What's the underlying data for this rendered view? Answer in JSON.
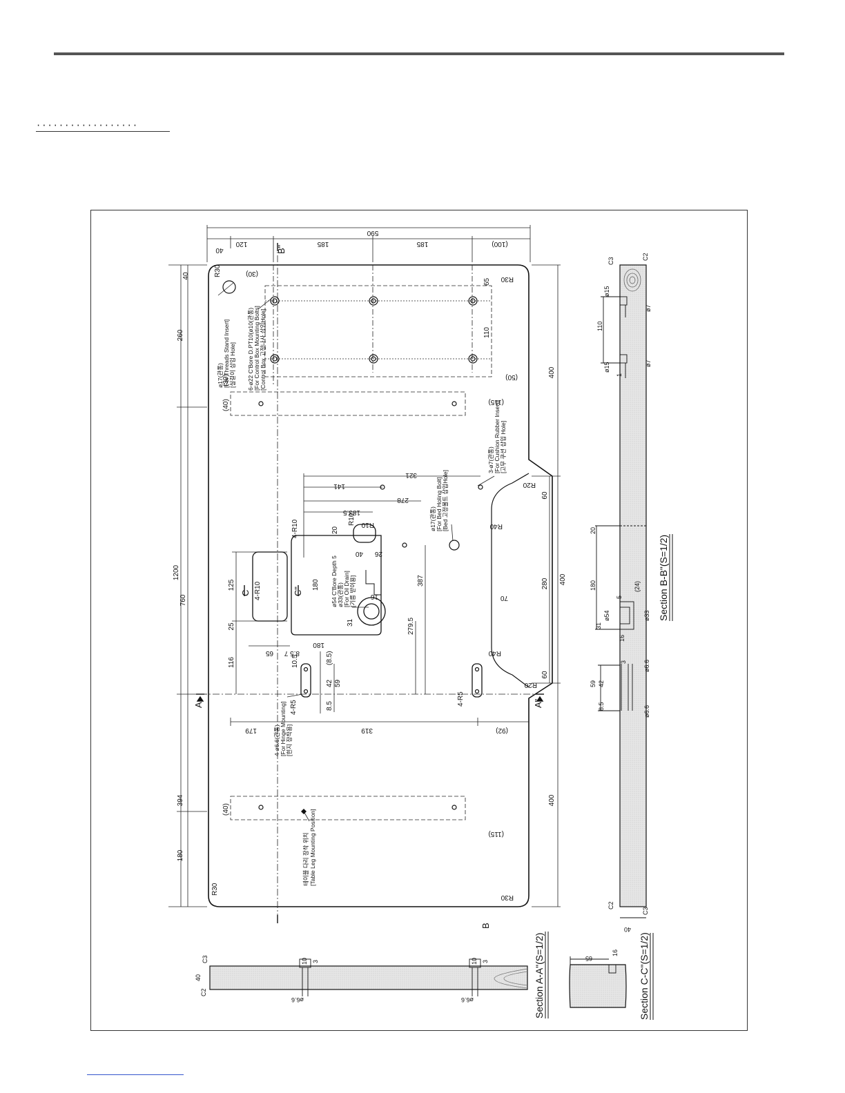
{
  "header": {
    "dots": "··················"
  },
  "drawing": {
    "top_dims": {
      "total": "590",
      "d120": "120",
      "d40": "40",
      "d185a": "185",
      "d185b": "185",
      "d100": "(100)"
    },
    "left_dims": {
      "total": "1200",
      "d760": "760",
      "d260": "260",
      "d394": "394",
      "d180": "180",
      "d116": "116",
      "d125": "125",
      "d25": "25",
      "d40": "40"
    },
    "right_dims": {
      "d400a": "400",
      "d400b": "400",
      "d400c": "400",
      "d280": "280",
      "d60a": "60",
      "d60b": "60"
    },
    "inner_dims": {
      "d30a": "(30)",
      "d30b": "(30)",
      "d40a": "(40)",
      "d40b": "(40)",
      "d65": "65",
      "d110": "110",
      "d50": "(50)",
      "d115a": "(115)",
      "d115b": "(115)",
      "d141": "141",
      "d321": "321",
      "d278": "278",
      "d183_5": "183.5",
      "d180a": "180",
      "d180b": "180",
      "d387": "387",
      "d279_5": "279.5",
      "d20": "20",
      "d40c": "40",
      "d26": "26",
      "d31": "31",
      "d16": "16",
      "d70": "70",
      "d179": "179",
      "d319": "319",
      "d92": "(92)",
      "d42": "42",
      "d59": "59",
      "d8_5a": "(8.5)",
      "d8_5b": "8.5",
      "d10_5": "10.5",
      "d8_5_7": "8.5 7",
      "d65b": "65"
    },
    "radii": {
      "r30a": "R30",
      "r30b": "R30",
      "r30c": "R30",
      "r30d": "R30",
      "r10a": "R10",
      "r10b": "R10",
      "r10c": "4-R10",
      "r10d": "4-R10",
      "r40a": "R40",
      "r40b": "R40",
      "r20a": "R20",
      "r20b": "R20",
      "r5a": "4-R5",
      "r5b": "4-R5"
    },
    "section_marks": {
      "a1": "A",
      "a2": "A\"",
      "b1": "B",
      "b2": "B\"",
      "c1": "C",
      "c2": "C\""
    },
    "notes": {
      "thread_stand_1": "ø17(관통)",
      "thread_stand_2": "[For Threads Stand Insert]",
      "thread_stand_3": "[실걸이 삽입 Hole]",
      "control_box_1": "6-ø22 C'Bore D.PT10(ø10(관통)",
      "control_box_2": "[For Control Box Mounting Bolts]",
      "control_box_3": "[Control Box 고정나사 삽입Hole]",
      "cushion_1": "3-ø7(관통)",
      "cushion_2": "[For Cushion Rubber Insert]",
      "cushion_3": "[고무 쿠션 삽입 Hole]",
      "bed_bolt_1": "ø17(관통)",
      "bed_bolt_2": "[For Bed Holing Bolt]",
      "bed_bolt_3": "[Bed 고정볼트 삽입Hole]",
      "oil_drain_1": "ø54 C'Bore Depth 5",
      "oil_drain_2": "ø33(관통)",
      "oil_drain_3": "[For Oil Drain]",
      "oil_drain_4": "[기름 받이용]",
      "hinge_1": "4-ø6.6(관통)",
      "hinge_2": "[For Hinge Mounting]",
      "hinge_3": "[힌지 장착용]",
      "leg_1": "테이블 다리 장착 위치",
      "leg_2": "[Table Leg Mounting Position]"
    },
    "section_bb": {
      "title": "Section B-B\"(S=1/2)",
      "dims": {
        "c3a": "C3",
        "c2a": "C2",
        "d15a": "ø15",
        "d7a": "ø7",
        "d110": "110",
        "d15b": "ø15",
        "d7b": "ø7",
        "d1": "1",
        "d20": "20",
        "d180": "180",
        "d24": "(24)",
        "d5": "5",
        "d31": "31",
        "d54": "ø54",
        "d33": "ø33",
        "d16": "16",
        "d3": "3",
        "d66a": "ø6.6",
        "d59": "59",
        "d42": "42",
        "d8_5": "8.5",
        "d66b": "ø6.6",
        "c2b": "C2",
        "c3b": "C3",
        "d40": "40"
      }
    },
    "section_aa": {
      "title": "Section A-A\"(S=1/2)",
      "dims": {
        "d40": "40",
        "c3": "C3",
        "c2": "C2",
        "d10a": "10",
        "d3a": "3",
        "d10b": "10",
        "d3b": "3",
        "d66a": "ø6.6",
        "d66b": "ø6.6"
      }
    },
    "section_cc": {
      "title": "Section C-C\"(S=1/2)",
      "dims": {
        "d65": "65",
        "d16": "16"
      }
    }
  }
}
